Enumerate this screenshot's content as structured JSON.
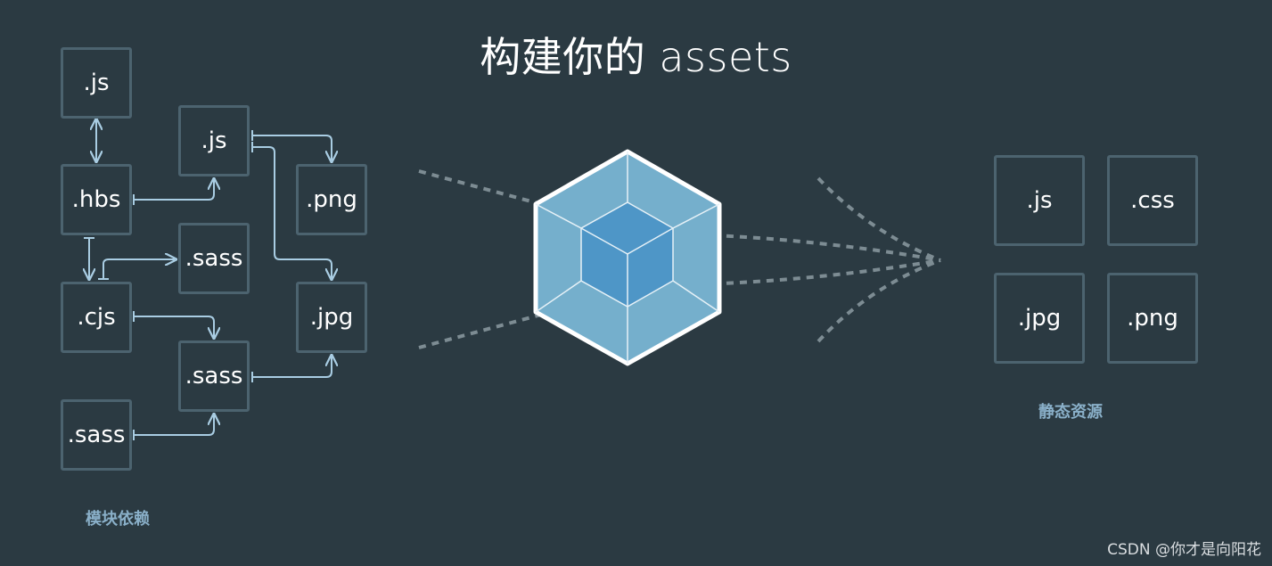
{
  "title": "构建你的 assets",
  "modules": {
    "caption": "模块依赖",
    "boxes": [
      {
        "label": ".js"
      },
      {
        "label": ".hbs"
      },
      {
        "label": ".cjs"
      },
      {
        "label": ".sass"
      },
      {
        "label": ".js"
      },
      {
        "label": ".sass"
      },
      {
        "label": ".sass"
      },
      {
        "label": ".png"
      },
      {
        "label": ".jpg"
      }
    ]
  },
  "assets": {
    "caption": "静态资源",
    "boxes": [
      {
        "label": ".js"
      },
      {
        "label": ".css"
      },
      {
        "label": ".jpg"
      },
      {
        "label": ".png"
      }
    ]
  },
  "watermark": "CSDN @你才是向阳花",
  "colors": {
    "background": "#2b3a42",
    "box_border": "#4c636f",
    "arrow": "#a9cde3",
    "cube_outer": "#75afcc",
    "cube_inner": "#4e96c7",
    "caption": "#8ab0c9",
    "dashes": "#7d8c93"
  }
}
